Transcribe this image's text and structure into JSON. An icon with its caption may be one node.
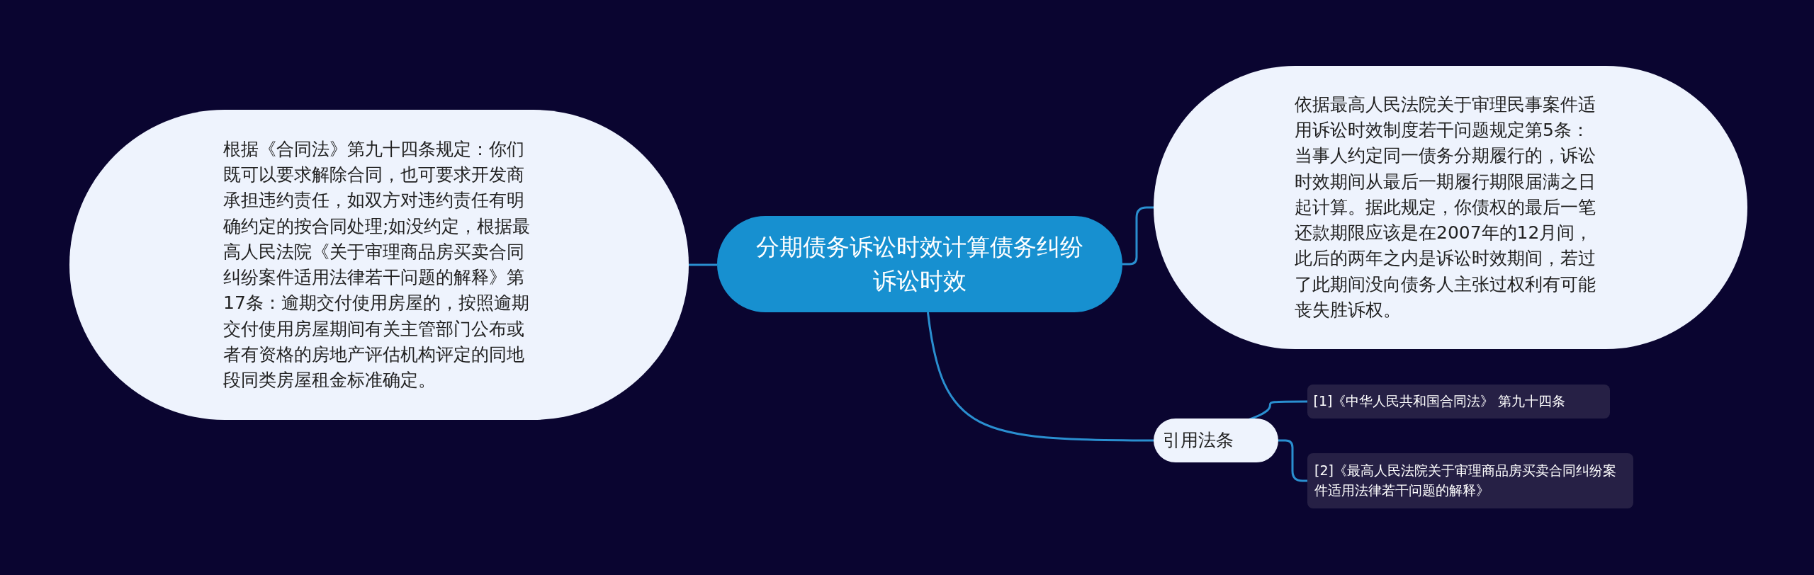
{
  "diagram": {
    "nodes": [
      {
        "text": [
          "分期债务诉讼时效计算债务纠纷诉讼时效"
        ]
      },
      {
        "text": [
          "根据《合同法》第九十四条规定：你们既可以要求解除合同，也可要求开发商承担违约责任，如双方对违约责任有明确约定的按合同处理;如没约定，根据最高人民法院《关于审理商品房买卖合同纠纷案件适用法律若干问题的解释》第17条：逾期交付使用房屋的，按照逾期交付使用房屋期间有关主管部门公布或者有资格的房地产评估机构评定的同地段同类房屋租金标准确定。"
        ]
      },
      {
        "text": [
          "依据最高人民法院关于审理民事案件适用诉讼时效制度若干问题规定第5条：当事人约定同一债务分期履行的，诉讼时效期间从最后一期履行期限届满之日起计算。据此规定，你债权的最后一笔还款期限应该是在2007年的12月间，此后的两年之内是诉讼时效期间，若过了此期间没向债务人主张过权利有可能丧失胜诉权。"
        ]
      },
      {
        "text": [
          "引用法条"
        ]
      },
      {
        "text": [
          "[1]《中华人民共和国合同法》 第九十四条"
        ]
      },
      {
        "text": [
          "[2]《最高人民法院关于审理商品房买卖合同纠纷案件适用法律若干问题的解释》"
        ]
      }
    ],
    "edges": [
      {
        "from": 0,
        "to": 1,
        "arrow": "none"
      },
      {
        "from": 0,
        "to": 2,
        "arrow": "none"
      },
      {
        "from": 0,
        "to": 3,
        "arrow": "none"
      },
      {
        "from": 3,
        "to": 4,
        "arrow": "none"
      },
      {
        "from": 3,
        "to": 5,
        "arrow": "none"
      }
    ]
  }
}
